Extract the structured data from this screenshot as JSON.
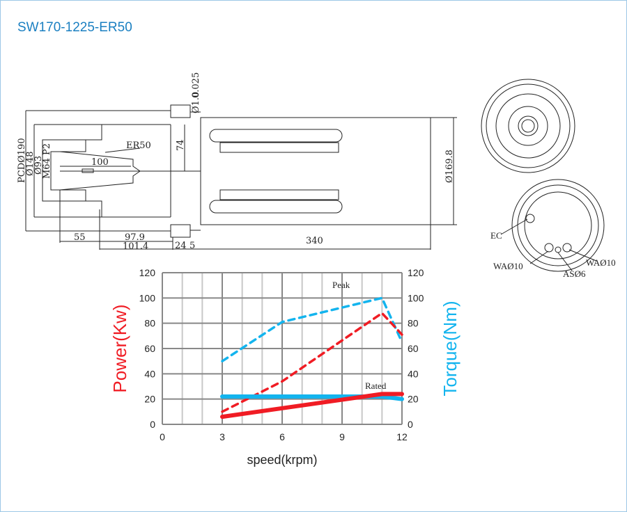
{
  "title": "SW170-1225-ER50",
  "drawing": {
    "dims": {
      "pcd": "PCDØ190",
      "d148": "Ø148",
      "d93": "Ø93",
      "thread": "M64 P2",
      "collet": "ER50",
      "len100": "100",
      "h74": "74",
      "runout_d": "Ø1.0",
      "runout_v": "0.025",
      "body_d": "Ø169.8",
      "l55": "55",
      "l979": "97.9",
      "l1014": "101.4",
      "l24": "24",
      "l5": "5",
      "l340": "340"
    },
    "rear_labels": {
      "ec": "EC",
      "wa_left": "WAØ10",
      "as": "ASØ6",
      "wa_right": "WAØ10"
    }
  },
  "colors": {
    "power": "#f01c24",
    "torque": "#13b4ee",
    "title": "#1a7fc1"
  },
  "chart_data": {
    "type": "line",
    "xlabel": "speed(krpm)",
    "ylabel_left": "Power(Kw)",
    "ylabel_right": "Torque(Nm)",
    "xlim": [
      0,
      12
    ],
    "ylim": [
      0,
      120
    ],
    "xticks": [
      "0",
      "3",
      "6",
      "9",
      "12"
    ],
    "yticks": [
      "0",
      "20",
      "40",
      "60",
      "80",
      "100",
      "120"
    ],
    "annotations": [
      "Peak",
      "Rated"
    ],
    "grid": true,
    "series": [
      {
        "name": "Peak torque",
        "axis": "right",
        "style": "dashed",
        "color": "#13b4ee",
        "x": [
          3,
          6,
          11,
          12
        ],
        "y": [
          50,
          81,
          100,
          65
        ]
      },
      {
        "name": "Peak power",
        "axis": "left",
        "style": "dashed",
        "color": "#f01c24",
        "x": [
          3,
          6,
          11,
          12
        ],
        "y": [
          10,
          34,
          88,
          71
        ]
      },
      {
        "name": "Rated torque",
        "axis": "right",
        "style": "solid",
        "color": "#13b4ee",
        "x": [
          3,
          11,
          12
        ],
        "y": [
          22,
          22,
          20
        ]
      },
      {
        "name": "Rated power",
        "axis": "left",
        "style": "solid",
        "color": "#f01c24",
        "x": [
          3,
          11,
          12
        ],
        "y": [
          6,
          24,
          24
        ]
      }
    ]
  }
}
